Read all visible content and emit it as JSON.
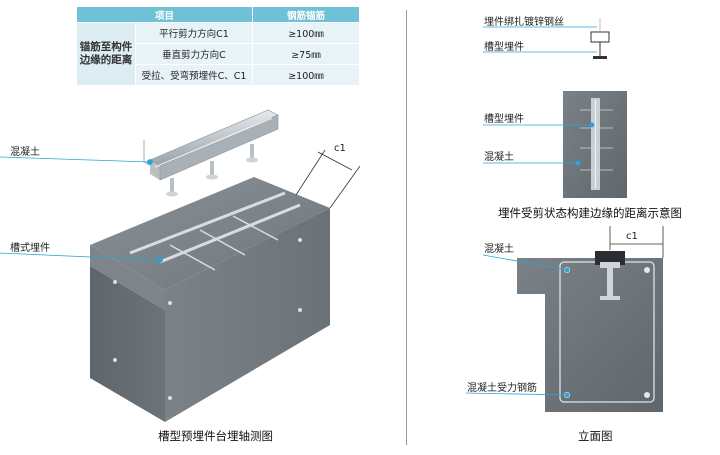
{
  "table": {
    "header_item": "项目",
    "header_value": "钢筋锚筋",
    "row_group_label": "锚筋至构件边缘的距离",
    "rows": [
      {
        "condition": "平行剪力方向C1",
        "value": "≥100㎜"
      },
      {
        "condition": "垂直剪力方向C",
        "value": "≥75㎜"
      },
      {
        "condition": "受拉、受弯预埋件C、C1",
        "value": "≥100㎜"
      }
    ]
  },
  "left_diagram": {
    "label_concrete": "混凝土",
    "label_embed": "槽式埋件",
    "dim_label": "c1",
    "caption": "槽型预埋件台埋轴测图"
  },
  "right_top": {
    "label_wire": "埋件绑扎镀锌钢丝",
    "label_channel": "槽型埋件"
  },
  "right_middle": {
    "label_channel": "槽型埋件",
    "label_concrete": "混凝土",
    "caption": "埋件受剪状态构建边缘的距离示意图"
  },
  "right_bottom": {
    "label_concrete": "混凝土",
    "dim_label": "c1",
    "label_rebar": "混凝土受力钢筋",
    "caption": "立面图"
  },
  "colors": {
    "accent": "#6fc1d8",
    "leader": "#2aa4d8",
    "concrete": "#6b737a"
  }
}
